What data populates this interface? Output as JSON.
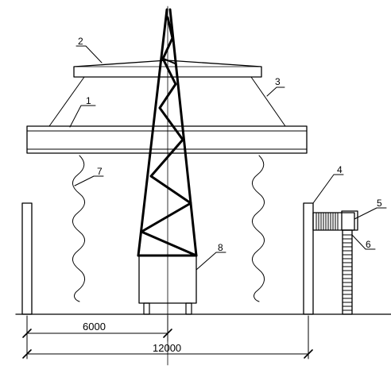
{
  "callouts": [
    {
      "id": "1",
      "label": "1"
    },
    {
      "id": "2",
      "label": "2"
    },
    {
      "id": "3",
      "label": "3"
    },
    {
      "id": "4",
      "label": "4"
    },
    {
      "id": "5",
      "label": "5"
    },
    {
      "id": "6",
      "label": "6"
    },
    {
      "id": "7",
      "label": "7"
    },
    {
      "id": "8",
      "label": "8"
    }
  ],
  "dimensions": {
    "half_span": "6000",
    "full_span": "12000"
  },
  "style": {
    "line_color": "#000000",
    "background": "#ffffff"
  }
}
